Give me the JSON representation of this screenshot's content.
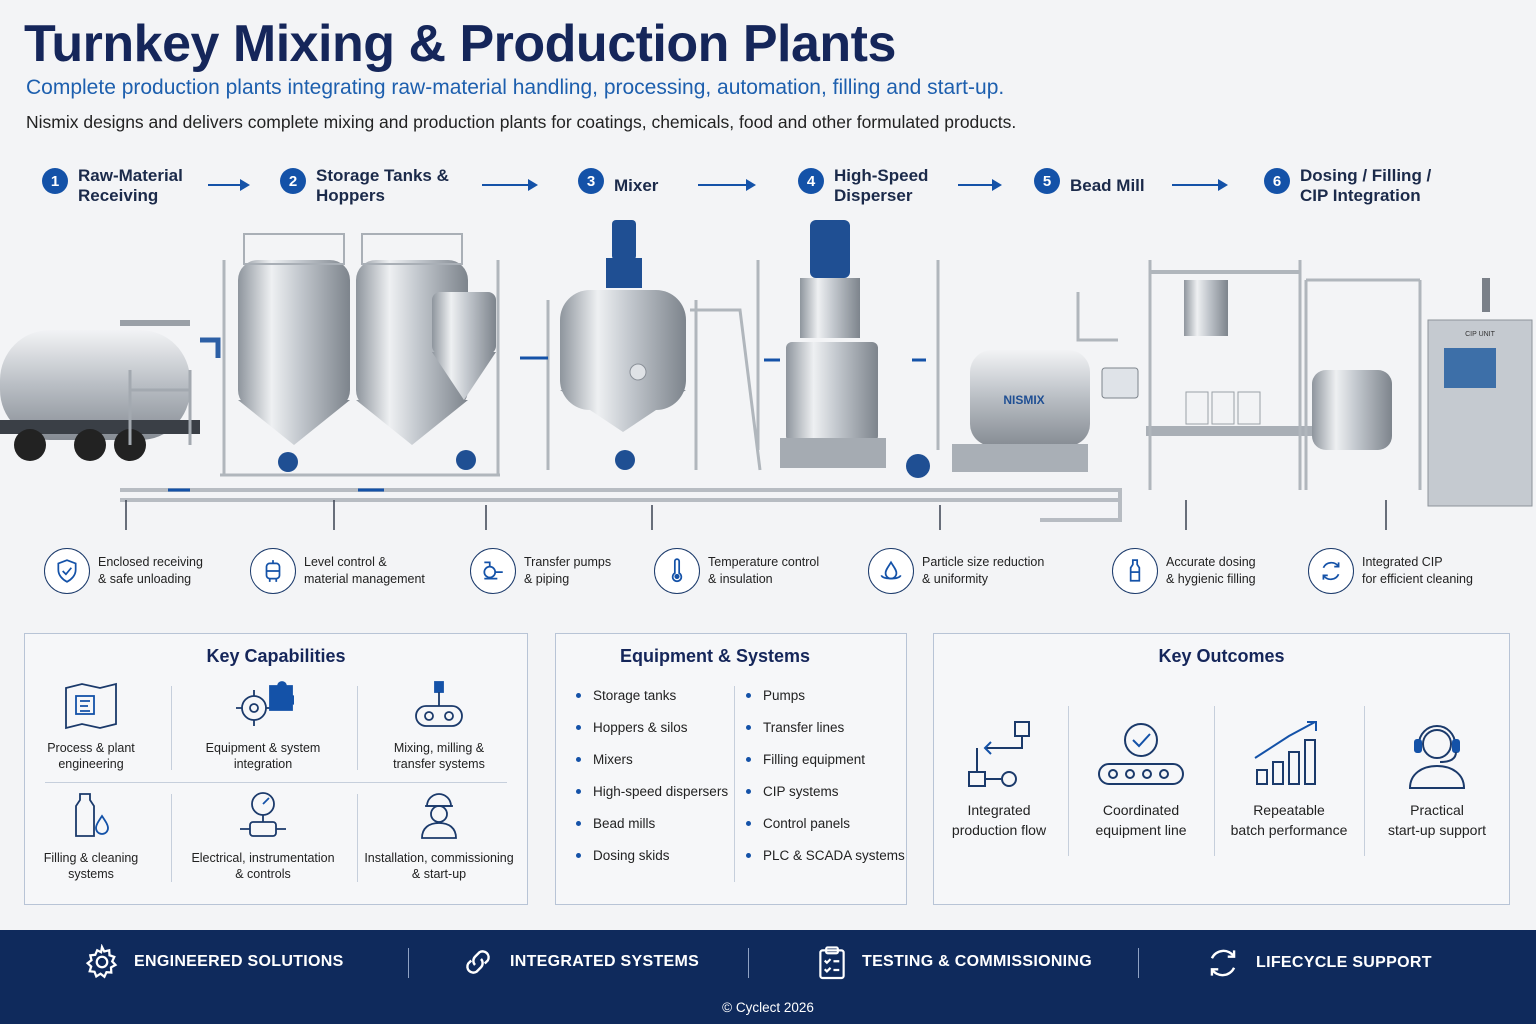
{
  "header": {
    "title": "Turnkey Mixing & Production Plants",
    "subtitle": "Complete production plants integrating raw-material handling, processing, automation, filling and start-up.",
    "intro": "Nismix designs and delivers complete mixing and production plants for coatings, chemicals, food and other formulated products."
  },
  "steps": [
    {
      "num": "1",
      "label": "Raw-Material\nReceiving"
    },
    {
      "num": "2",
      "label": "Storage Tanks &\nHoppers"
    },
    {
      "num": "3",
      "label": "Mixer"
    },
    {
      "num": "4",
      "label": "High-Speed\nDisperser"
    },
    {
      "num": "5",
      "label": "Bead Mill"
    },
    {
      "num": "6",
      "label": "Dosing / Filling /\nCIP Integration"
    }
  ],
  "plant": {
    "mill_brand": "NISMIX",
    "panel_label": "CIP UNIT"
  },
  "features": [
    {
      "icon": "shield-check-icon",
      "text": "Enclosed receiving\n& safe unloading"
    },
    {
      "icon": "tank-level-icon",
      "text": "Level control &\nmaterial management"
    },
    {
      "icon": "pump-icon",
      "text": "Transfer pumps\n& piping"
    },
    {
      "icon": "thermometer-icon",
      "text": "Temperature control\n& insulation"
    },
    {
      "icon": "droplet-icon",
      "text": "Particle size reduction\n& uniformity"
    },
    {
      "icon": "bottle-icon",
      "text": "Accurate dosing\n& hygienic filling"
    },
    {
      "icon": "refresh-icon",
      "text": "Integrated CIP\nfor efficient cleaning"
    }
  ],
  "capabilities": {
    "title": "Key Capabilities",
    "items": [
      {
        "icon": "blueprint-icon",
        "text": "Process & plant\nengineering"
      },
      {
        "icon": "puzzle-gear-icon",
        "text": "Equipment & system\nintegration"
      },
      {
        "icon": "mixer-icon",
        "text": "Mixing, milling &\ntransfer systems"
      },
      {
        "icon": "bottle-drop-icon",
        "text": "Filling & cleaning\nsystems"
      },
      {
        "icon": "gauge-icon",
        "text": "Electrical, instrumentation\n& controls"
      },
      {
        "icon": "worker-icon",
        "text": "Installation, commissioning\n& start-up"
      }
    ]
  },
  "equipment": {
    "title": "Equipment & Systems",
    "col1": [
      "Storage tanks",
      "Hoppers & silos",
      "Mixers",
      "High-speed dispersers",
      "Bead mills",
      "Dosing skids"
    ],
    "col2": [
      "Pumps",
      "Transfer lines",
      "Filling equipment",
      "CIP systems",
      "Control panels",
      "PLC & SCADA systems"
    ]
  },
  "outcomes": {
    "title": "Key Outcomes",
    "items": [
      {
        "icon": "flow-icon",
        "text": "Integrated\nproduction flow"
      },
      {
        "icon": "conveyor-check-icon",
        "text": "Coordinated\nequipment line"
      },
      {
        "icon": "growth-chart-icon",
        "text": "Repeatable\nbatch performance"
      },
      {
        "icon": "headset-icon",
        "text": "Practical\nstart-up support"
      }
    ]
  },
  "footer": {
    "items": [
      "ENGINEERED SOLUTIONS",
      "INTEGRATED SYSTEMS",
      "TESTING & COMMISSIONING",
      "LIFECYCLE SUPPORT"
    ],
    "copyright": "© Cyclect 2026"
  },
  "colors": {
    "navy": "#0f2a5c",
    "accent": "#1452a8",
    "steel": "#c9ced4"
  }
}
